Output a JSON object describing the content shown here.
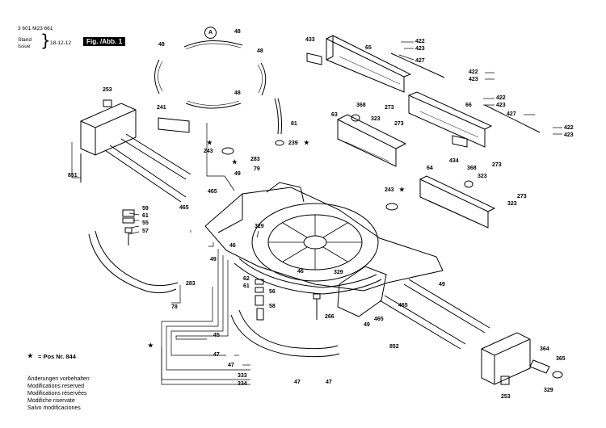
{
  "header": {
    "doc_number": "3 601 M23 661",
    "stand_label": "Stand",
    "issue_label": "Issue",
    "date": "18-12-12",
    "fig_label": "Fig. /Abb. 1"
  },
  "legend": {
    "star": "★",
    "text": "= Pos Nr. 844"
  },
  "notes": [
    "Änderungen vorbehalten",
    "Modifications reserved",
    "Modifications réservées",
    "Modifiche riservate",
    "Salvo modificaciones"
  ],
  "circle_label": "A",
  "parts": {
    "p48a": "48",
    "p48b": "48",
    "p48c": "48",
    "p48d": "48",
    "p433": "433",
    "p65": "65",
    "p422a": "422",
    "p423a": "423",
    "p427a": "427",
    "p422b": "422",
    "p423b": "423",
    "p253a": "253",
    "p241": "241",
    "p81": "81",
    "p368a": "368",
    "p273a": "273",
    "p63": "63",
    "p66": "66",
    "p323a": "323",
    "p273b": "273",
    "p422c": "422",
    "p423c": "423",
    "p427b": "427",
    "p422d": "422",
    "p423d": "423",
    "p239": "239",
    "p243a": "243",
    "p283a": "283",
    "p79": "79",
    "p49a": "49",
    "p851": "851",
    "p465a": "465",
    "p465b": "465",
    "p434": "434",
    "p64": "64",
    "p368b": "368",
    "p273c": "273",
    "p323b": "323",
    "p243b": "243",
    "p273d": "273",
    "p323c": "323",
    "p59": "59",
    "p61a": "61",
    "p55": "55",
    "p57": "57",
    "p329a": "329",
    "p46a": "46",
    "p49b": "49",
    "p283b": "283",
    "p78": "78",
    "p62": "62",
    "p61b": "61",
    "p56": "56",
    "p58": "58",
    "p46b": "46",
    "p329b": "329",
    "p49c": "49",
    "p465c": "465",
    "p266": "266",
    "p49d": "49",
    "p465d": "465",
    "p45": "45",
    "p852": "852",
    "p47a": "47",
    "p47b": "47",
    "p333": "333",
    "p334": "334",
    "p47c": "47",
    "p47d": "47",
    "p364": "364",
    "p365": "365",
    "p329c": "329",
    "p253b": "253"
  },
  "stars": [
    "★",
    "★",
    "★",
    "★",
    "★",
    "★"
  ]
}
